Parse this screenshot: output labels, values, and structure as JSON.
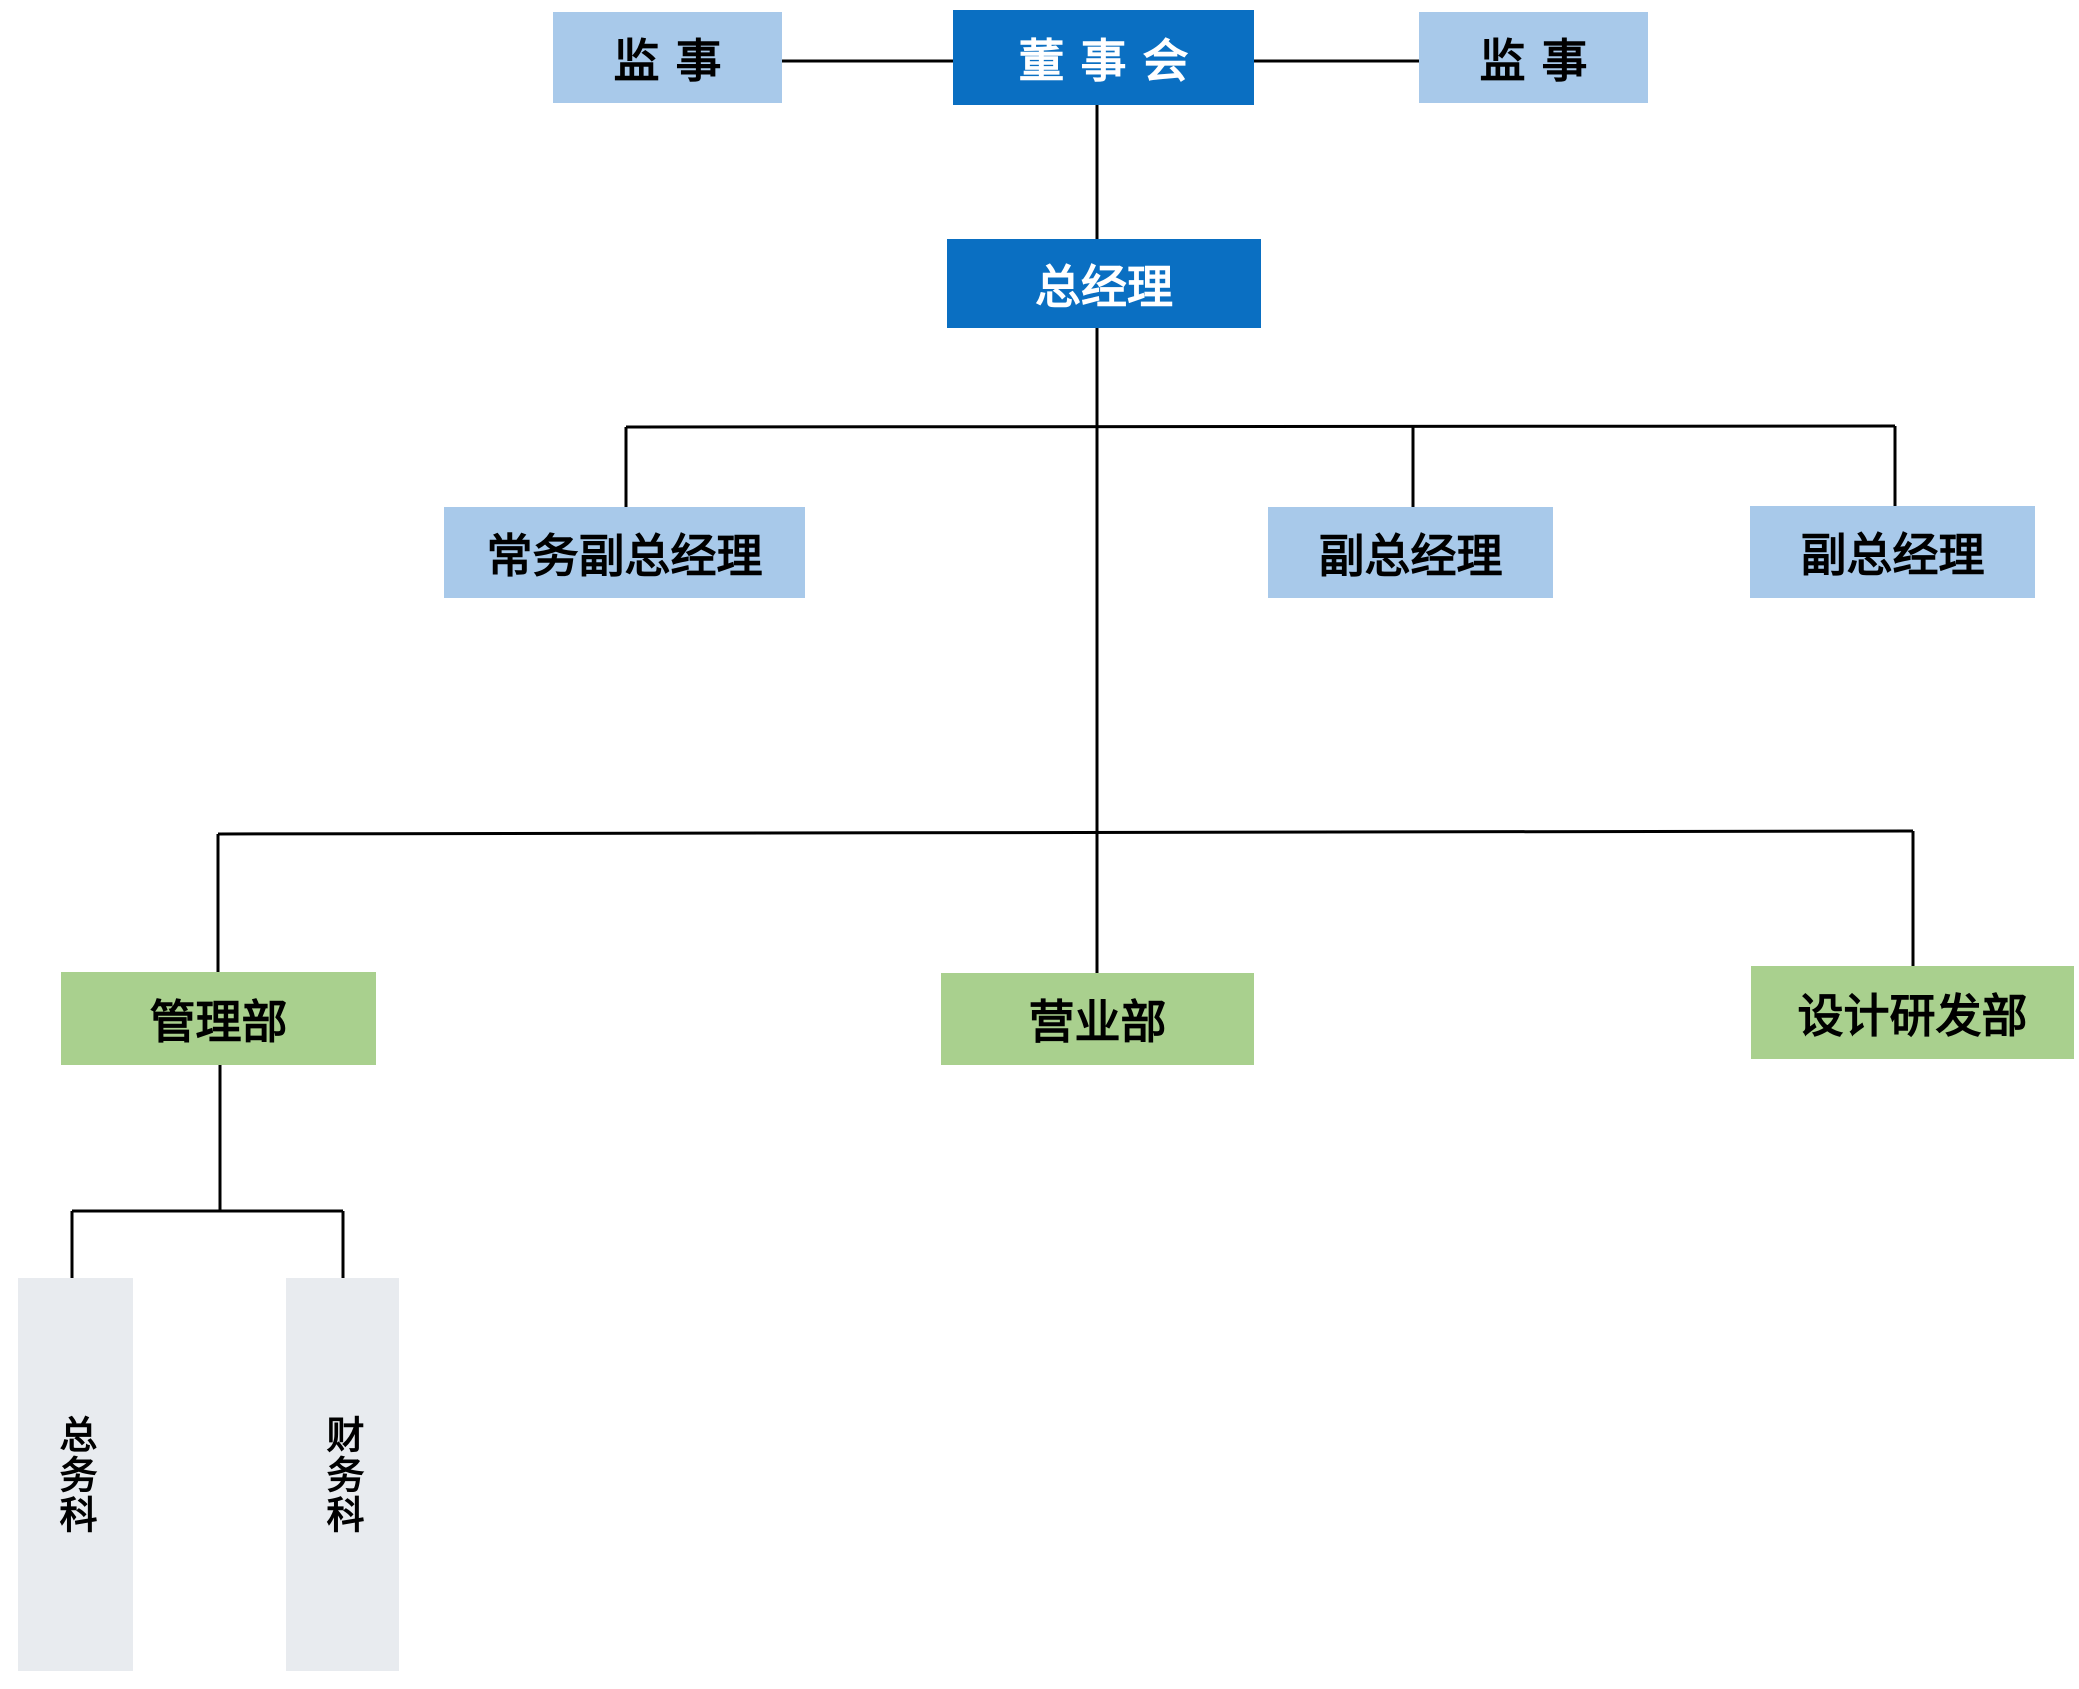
{
  "board": {
    "label": "董 事 会"
  },
  "supervisors": [
    {
      "label": "监 事"
    },
    {
      "label": "监 事"
    }
  ],
  "general_manager": {
    "label": "总经理"
  },
  "deputies": [
    {
      "label": "常务副总经理"
    },
    {
      "label": "副总经理"
    },
    {
      "label": "副总经理"
    }
  ],
  "departments": [
    {
      "label": "管理部"
    },
    {
      "label": "营业部"
    },
    {
      "label": "设计研发部"
    }
  ],
  "sections": [
    {
      "label": "总务科"
    },
    {
      "label": "财务科"
    }
  ],
  "colors": {
    "top_level": "#0a6fc2",
    "supervisor_and_deputy": "#a8c9ea",
    "department": "#a9d08e",
    "section": "#e8ebef",
    "connector": "#000000"
  }
}
